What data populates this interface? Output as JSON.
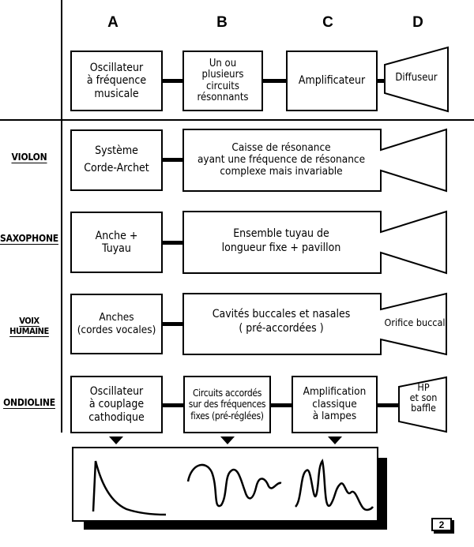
{
  "columns": [
    "A",
    "B",
    "C",
    "D"
  ],
  "generic": {
    "a": "Oscillateur\nà fréquence\nmusicale",
    "b": "Un ou\nplusieurs\ncircuits\nrésonnants",
    "c": "Amplificateur",
    "d": "Diffuseur"
  },
  "rows": [
    {
      "label": "VIOLON",
      "a": "Système\nCorde-Archet",
      "bc": "Caisse de résonance\nayant une fréquence de résonance\ncomplexe mais invariable",
      "d": ""
    },
    {
      "label": "SAXOPHONE",
      "a": "Anche +\nTuyau",
      "bc": "Ensemble tuyau de\nlongueur fixe + pavillon",
      "d": ""
    },
    {
      "label": "VOIX HUMAINE",
      "a": "Anches\n(cordes vocales)",
      "bc": "Cavités buccales et nasales\n( pré-accordées )",
      "d": "Orifice buccal"
    },
    {
      "label": "ONDIOLINE",
      "a": "Oscillateur\nà couplage\ncathodique",
      "b": "Circuits accordés\nsur des fréquences\nfixes (pré-réglées)",
      "c": "Amplification\nclassique\nà lampes",
      "d": "HP\net son\nbaffle"
    }
  ],
  "page_number": "2"
}
